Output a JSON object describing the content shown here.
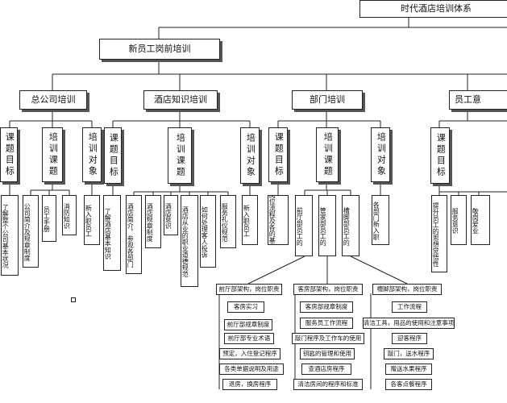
{
  "title": "时代酒店培训体系",
  "level1": {
    "pre_job": "新员工岗前培训"
  },
  "level2": {
    "company": "总公司培训",
    "knowledge": "酒店知识培训",
    "department": "部门培训",
    "partial": "员工意"
  },
  "categories": {
    "goal": "课题目标",
    "course": "培训课题",
    "target": "培训对象"
  },
  "company_leaves": {
    "goal": "了解整个公司基本状况",
    "course_1": "公司简介及规章制度",
    "course_2": "员工手册",
    "course_3": "消防知识",
    "target": "新入职员工"
  },
  "knowledge_leaves": {
    "goal": "了解酒店基本知识",
    "course_1": "酒店简介，参观各部门",
    "course_2": "酒店规章制度",
    "course_3": "酒店意识",
    "course_4": "酒店从业的职业道德规范",
    "course_5": "如何处理客人投诉",
    "course_6": "服务礼仪规范",
    "target": "新入职员工"
  },
  "department_leaves": {
    "goal": "掌握岗位流程及各的基本技能",
    "course_1": "前厅部员工的",
    "course_2": "管家部员工的",
    "course_3": "槽脚部员工的",
    "target": "各部门新入职"
  },
  "partial_leaves": {
    "goal_label": "课题目标",
    "goal": "提升员工的思想觉悟性",
    "item_1": "服务意识",
    "item_2": "敬岗爱业"
  },
  "front_office_list": [
    "前厅部架构，岗位职责",
    "客房实习",
    "前厅部规章制度",
    "前厅部专业术语",
    "预定，入住登记程序",
    "各类单据说明及用途",
    "退房，换房程序"
  ],
  "housekeeping_list": [
    "客房部架构，岗位职责",
    "客房部规章制度",
    "服务员工作流程",
    "敲门程序及工作车的使用",
    "钥匙的管理和使用",
    "查酒店房程序",
    "清洁房间的程序和标准"
  ],
  "fnb_list": [
    "槽脚部架构，岗位职责",
    "工作流程",
    "清洁工具，用品的使用和注意事项",
    "迎客程序",
    "敲门，送水程序",
    "赠送水果程序",
    "各客点餐程序"
  ]
}
